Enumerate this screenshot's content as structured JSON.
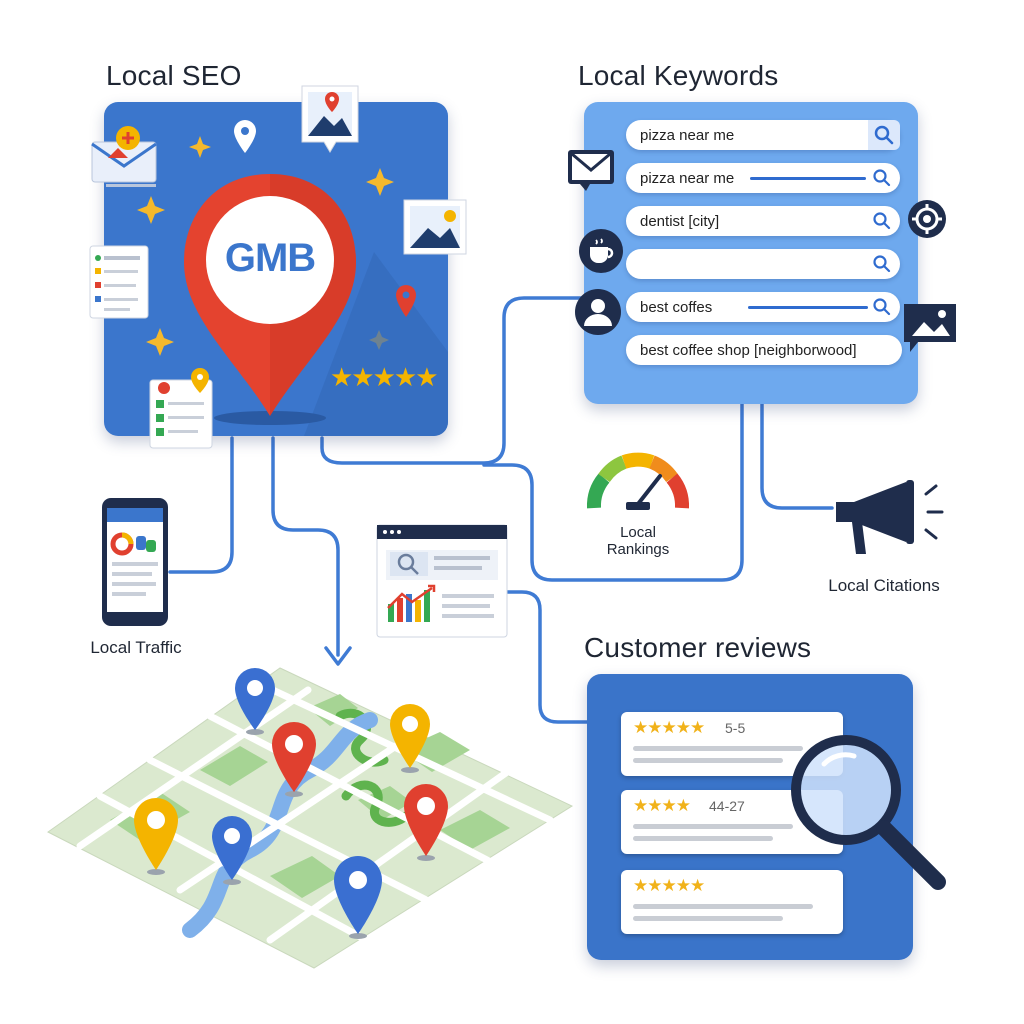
{
  "sections": {
    "local_seo": "Local SEO",
    "local_keywords": "Local Keywords",
    "customer_reviews": "Customer reviews"
  },
  "gmb": {
    "label": "GMB",
    "rating_stars": "★★★★★"
  },
  "keywords": [
    "pizza near me",
    "pizza near me",
    "dentist [city]",
    "",
    "best coffes",
    "best coffee shop [neighborwood]"
  ],
  "captions": {
    "local_traffic": "Local Traffic",
    "local_rankings": "Local\nRankings",
    "local_citations": "Local Citations"
  },
  "reviews": [
    {
      "stars": "★★★★★",
      "score": "5-5"
    },
    {
      "stars": "★★★★",
      "score": "44-27"
    },
    {
      "stars": "★★★★★",
      "score": ""
    }
  ],
  "colors": {
    "panel_blue": "#3b76cc",
    "keyword_panel_blue": "#6ea9ee",
    "connector_blue": "#3f7bd4",
    "pin_red": "#e0402f",
    "pin_yellow": "#f4b400",
    "pin_blue": "#3a6fd1",
    "star_gold": "#f1b21a"
  }
}
